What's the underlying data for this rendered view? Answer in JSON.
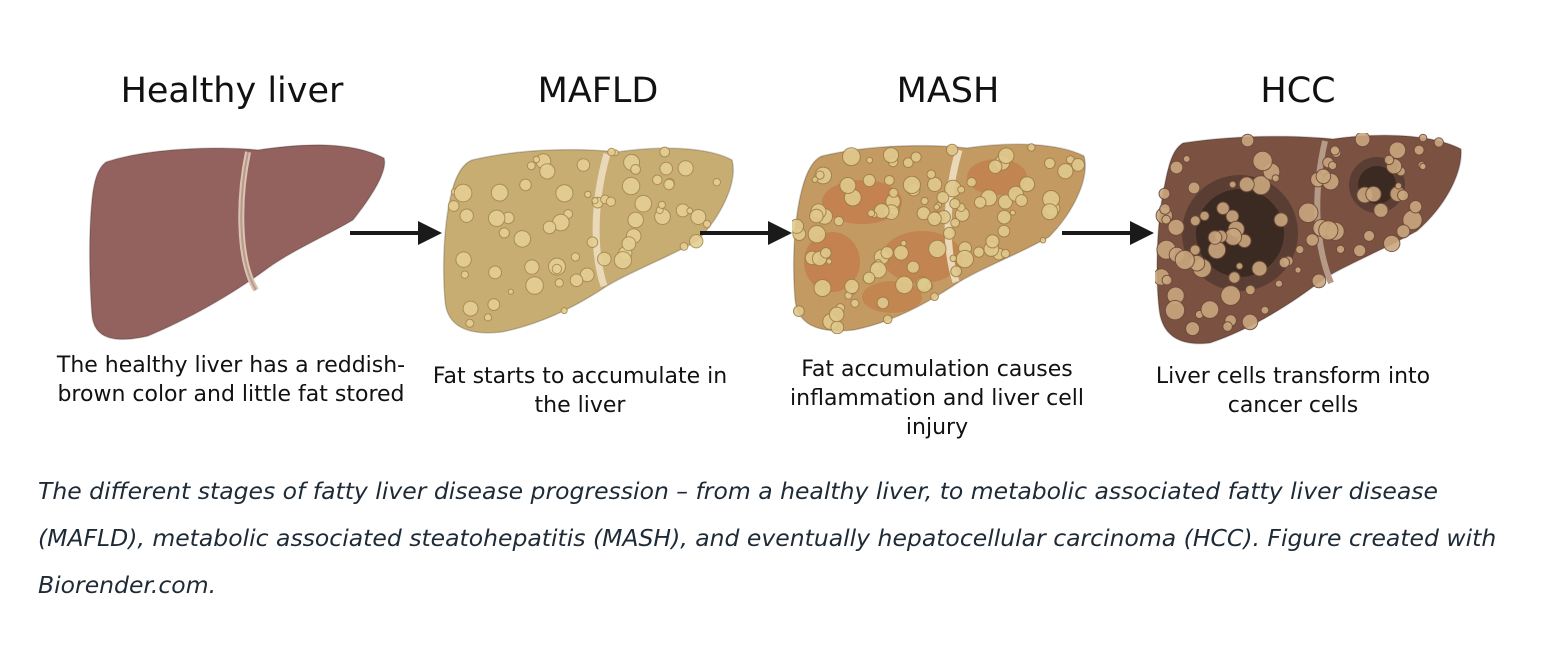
{
  "stages": [
    {
      "title": "Healthy liver",
      "description": "The healthy liver has a reddish-brown color and little fat stored"
    },
    {
      "title": "MAFLD",
      "description": "Fat starts to accumulate in the liver"
    },
    {
      "title": "MASH",
      "description": "Fat accumulation causes inflammation and liver cell injury"
    },
    {
      "title": "HCC",
      "description": "Liver cells transform into cancer cells"
    }
  ],
  "caption": "The different stages of fatty liver disease progression – from a healthy liver, to metabolic associated fatty liver disease (MAFLD), metabolic associated steatohepatitis (MASH), and eventually hepatocellular carcinoma (HCC). Figure created with Biorender.com.",
  "colors": {
    "healthy": "#94625e",
    "mafld": "#c7ad72",
    "mash": "#c39a62",
    "hcc": "#7b5142",
    "tumor": "#3a2a22",
    "arrow": "#1a1a1a"
  }
}
